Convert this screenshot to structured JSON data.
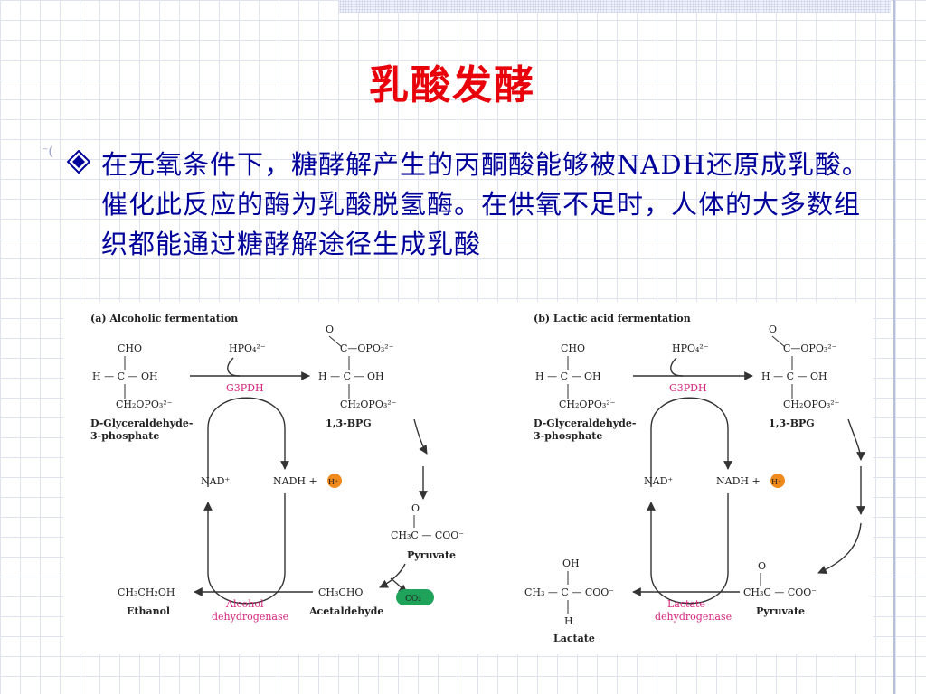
{
  "slide": {
    "title": "乳酸发酵",
    "side_mark": "⁻(",
    "bullet_text": "在无氧条件下，糖酵解产生的丙酮酸能够被NADH还原成乳酸。催化此反应的酶为乳酸脱氢酶。在供氧不足时，人体的大多数组织都能通过糖酵解途径生成乳酸"
  },
  "colors": {
    "title": "#e8000a",
    "body_text": "#00009a",
    "enzyme": "#d6247c",
    "proton": "#f08a1c",
    "co2": "#1fa35a"
  },
  "panel_a": {
    "heading": "(a) Alcoholic fermentation",
    "cho": "CHO",
    "hcoh": "H — C — OH",
    "ch2opo3": "CH₂OPO₃²⁻",
    "g3p_line1": "D-Glyceraldehyde-",
    "g3p_line2": "3-phosphate",
    "hpo4": "HPO₄²⁻",
    "g3pdh": "G3PDH",
    "bpg_o": "O",
    "bpg_copo3": "C—OPO₃²⁻",
    "bpg_hcoh": "H — C — OH",
    "bpg_ch2": "CH₂OPO₃²⁻",
    "bpg_name": "1,3-BPG",
    "nad": "NAD⁺",
    "nadh": "NADH +",
    "h": "H⁺",
    "pyr_o": "O",
    "pyr_formula": "CH₃C — COO⁻",
    "pyr_name": "Pyruvate",
    "co2": "CO₂",
    "ethanol_formula": "CH₃CH₂OH",
    "ethanol_name": "Ethanol",
    "enzyme_line1": "Alcohol",
    "enzyme_line2": "dehydrogenase",
    "acet_formula": "CH₃CHO",
    "acet_name": "Acetaldehyde"
  },
  "panel_b": {
    "heading": "(b) Lactic acid fermentation",
    "cho": "CHO",
    "hcoh": "H — C — OH",
    "ch2opo3": "CH₂OPO₃²⁻",
    "g3p_line1": "D-Glyceraldehyde-",
    "g3p_line2": "3-phosphate",
    "hpo4": "HPO₄²⁻",
    "g3pdh": "G3PDH",
    "bpg_o": "O",
    "bpg_copo3": "C—OPO₃²⁻",
    "bpg_hcoh": "H — C — OH",
    "bpg_ch2": "CH₂OPO₃²⁻",
    "bpg_name": "1,3-BPG",
    "nad": "NAD⁺",
    "nadh": "NADH +",
    "h": "H⁺",
    "lact_oh": "OH",
    "lact_formula": "CH₃ — C — COO⁻",
    "lact_h": "H",
    "lact_name": "Lactate",
    "enzyme_line1": "Lactate",
    "enzyme_line2": "dehydrogenase",
    "pyr_o": "O",
    "pyr_formula": "CH₃C — COO⁻",
    "pyr_name": "Pyruvate"
  }
}
